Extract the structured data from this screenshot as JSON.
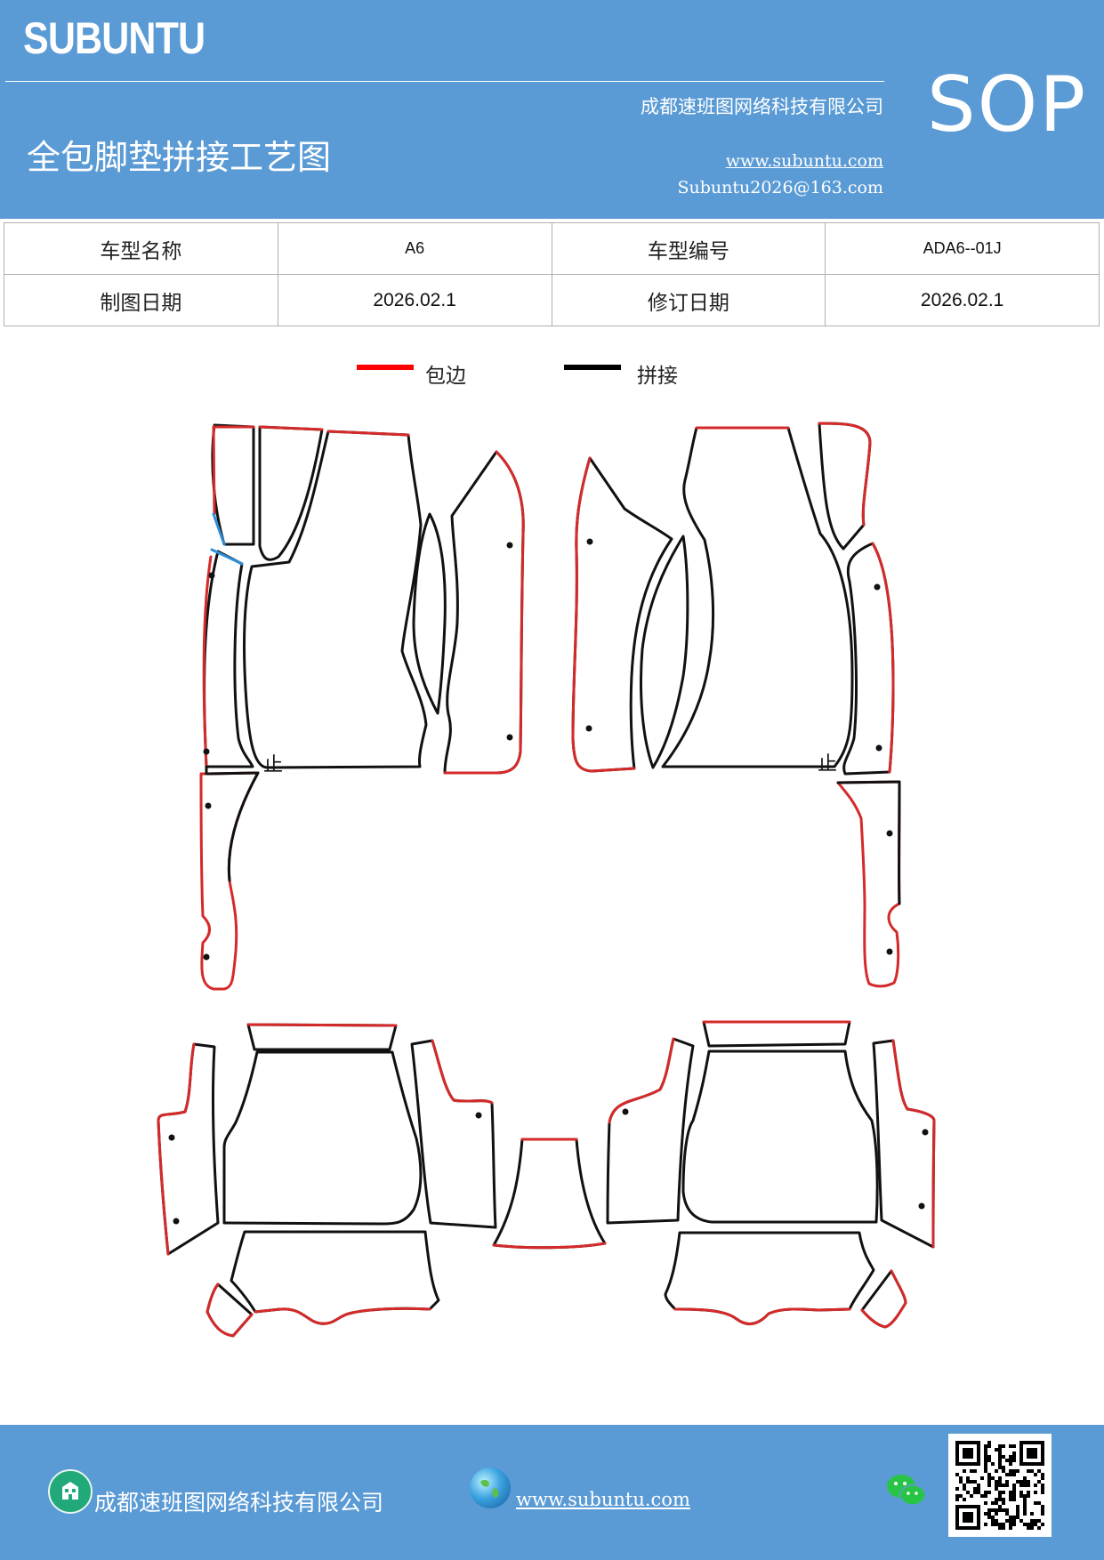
{
  "header": {
    "brand": "SUBUNTU",
    "company": "成都速班图网络科技有限公司",
    "title": "全包脚垫拼接工艺图",
    "website": "www.subuntu.com",
    "email": "Subuntu2026@163.com",
    "badge": "SOP"
  },
  "info_table": {
    "rows": [
      {
        "label1": "车型名称",
        "value1": "A6",
        "label2": "车型编号",
        "value2": "ADA6--01J"
      },
      {
        "label1": "制图日期",
        "value1": "2026.02.1",
        "label2": "修订日期",
        "value2": "2026.02.1"
      }
    ]
  },
  "legend": {
    "items": [
      {
        "label": "包边",
        "color": "#ff0000"
      },
      {
        "label": "拼接",
        "color": "#000000"
      }
    ]
  },
  "diagram": {
    "edge_color": "#d42a2a",
    "seam_color": "#111111",
    "accent_color": "#2f8fd8",
    "marker_left": "止",
    "marker_right": "止"
  },
  "footer": {
    "company": "成都速班图网络科技有限公司",
    "website": "www.subuntu.com",
    "icons": [
      "building-icon",
      "globe-icon",
      "wechat-icon",
      "qr-code"
    ]
  },
  "colors": {
    "header_bg": "#5b9bd5",
    "footer_bg": "#5b9bd5"
  }
}
